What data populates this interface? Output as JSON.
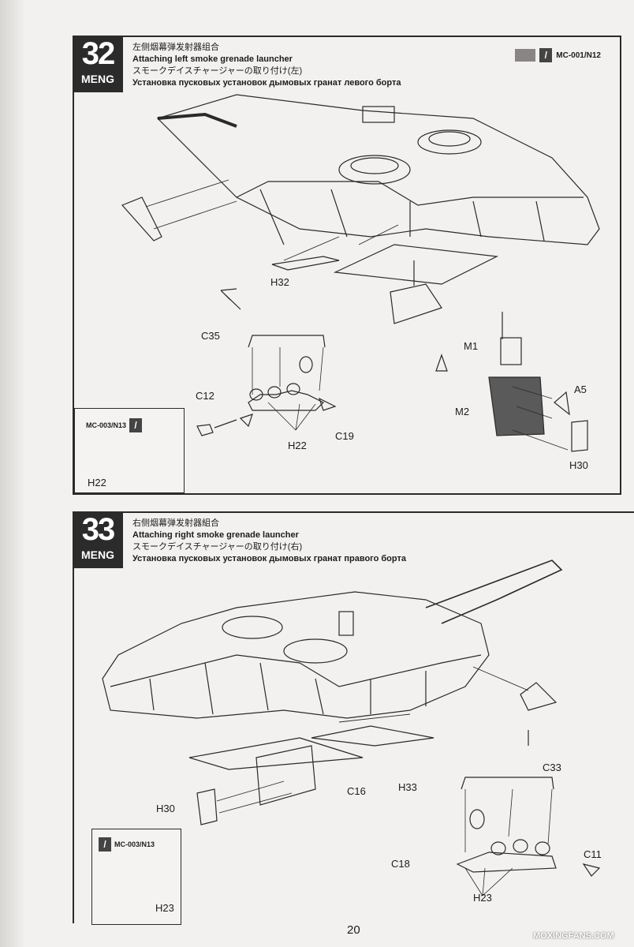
{
  "steps": [
    {
      "number": "32",
      "brand": "MENG",
      "title_zh": "左侧烟幕弹发射器组合",
      "title_en": "Attaching left smoke grenade launcher",
      "title_ja": "スモークデイスチャージャーの取り付け(左)",
      "title_ru": "Установка пусковых установок дымовых гранат левого борта",
      "paint_code": "MC-001/N12",
      "parts": {
        "h32": "H32",
        "c35": "C35",
        "m1": "M1",
        "c12": "C12",
        "a5": "A5",
        "m2": "M2",
        "c19": "C19",
        "h22": "H22",
        "h30": "H30"
      },
      "inset": {
        "code": "MC-003/N13",
        "part": "H22"
      }
    },
    {
      "number": "33",
      "brand": "MENG",
      "title_zh": "右侧烟幕弹发射器組合",
      "title_en": "Attaching right smoke grenade launcher",
      "title_ja": "スモークデイスチャージャーの取り付け(右)",
      "title_ru": "Установка пусковых установок дымовых гранат правого борта",
      "parts": {
        "c33": "C33",
        "c16": "C16",
        "h30": "H30",
        "h33": "H33",
        "c11": "C11",
        "c18": "C18",
        "h23": "H23"
      },
      "inset": {
        "code": "MC-003/N13",
        "part": "H23"
      }
    }
  ],
  "page_number": "20",
  "watermark": "MOXINGFANS.COM"
}
